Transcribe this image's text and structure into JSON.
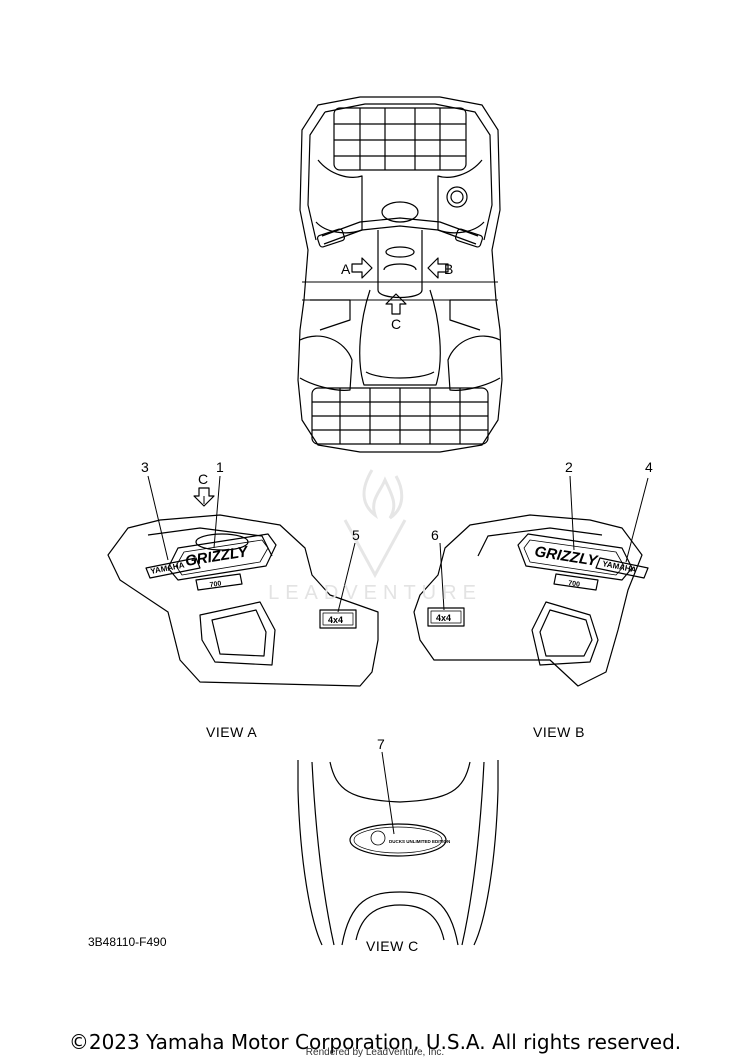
{
  "callouts": {
    "n1": "1",
    "n2": "2",
    "n3": "3",
    "n4": "4",
    "n5": "5",
    "n6": "6",
    "n7": "7"
  },
  "arrows": {
    "a": "A",
    "b": "B",
    "c": "C",
    "c_side": "C"
  },
  "views": {
    "a": "VIEW A",
    "b": "VIEW B",
    "c": "VIEW C"
  },
  "diagram_code": "3B48110-F490",
  "watermark": "LEADVENTURE",
  "copyright": "©2023 Yamaha Motor Corporation, U.S.A. All rights reserved.",
  "rendered_by": "Rendered by LeadVenture, Inc.",
  "decal_text": {
    "yamaha": "YAMAHA",
    "grizzly": "GRIZZLY",
    "cc": "700",
    "fourbyfour": "4x4",
    "ducks": "DUCKS UNLIMITED EDITION"
  }
}
